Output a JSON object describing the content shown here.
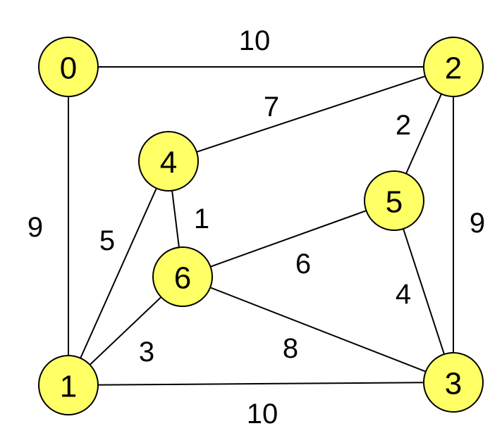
{
  "colors": {
    "node_fill": "#ffff66",
    "node_stroke": "#000000",
    "edge": "#000000",
    "text": "#000000",
    "background": "#ffffff"
  },
  "nodes": [
    {
      "id": "0",
      "label": "0"
    },
    {
      "id": "1",
      "label": "1"
    },
    {
      "id": "2",
      "label": "2"
    },
    {
      "id": "3",
      "label": "3"
    },
    {
      "id": "4",
      "label": "4"
    },
    {
      "id": "5",
      "label": "5"
    },
    {
      "id": "6",
      "label": "6"
    }
  ],
  "edges": [
    {
      "from": "0",
      "to": "2",
      "weight": "10"
    },
    {
      "from": "0",
      "to": "1",
      "weight": "9"
    },
    {
      "from": "2",
      "to": "4",
      "weight": "7"
    },
    {
      "from": "2",
      "to": "5",
      "weight": "2"
    },
    {
      "from": "2",
      "to": "3",
      "weight": "9"
    },
    {
      "from": "4",
      "to": "6",
      "weight": "1"
    },
    {
      "from": "4",
      "to": "1",
      "weight": "5"
    },
    {
      "from": "5",
      "to": "6",
      "weight": "6"
    },
    {
      "from": "5",
      "to": "3",
      "weight": "4"
    },
    {
      "from": "6",
      "to": "1",
      "weight": "3"
    },
    {
      "from": "6",
      "to": "3",
      "weight": "8"
    },
    {
      "from": "1",
      "to": "3",
      "weight": "10"
    }
  ]
}
